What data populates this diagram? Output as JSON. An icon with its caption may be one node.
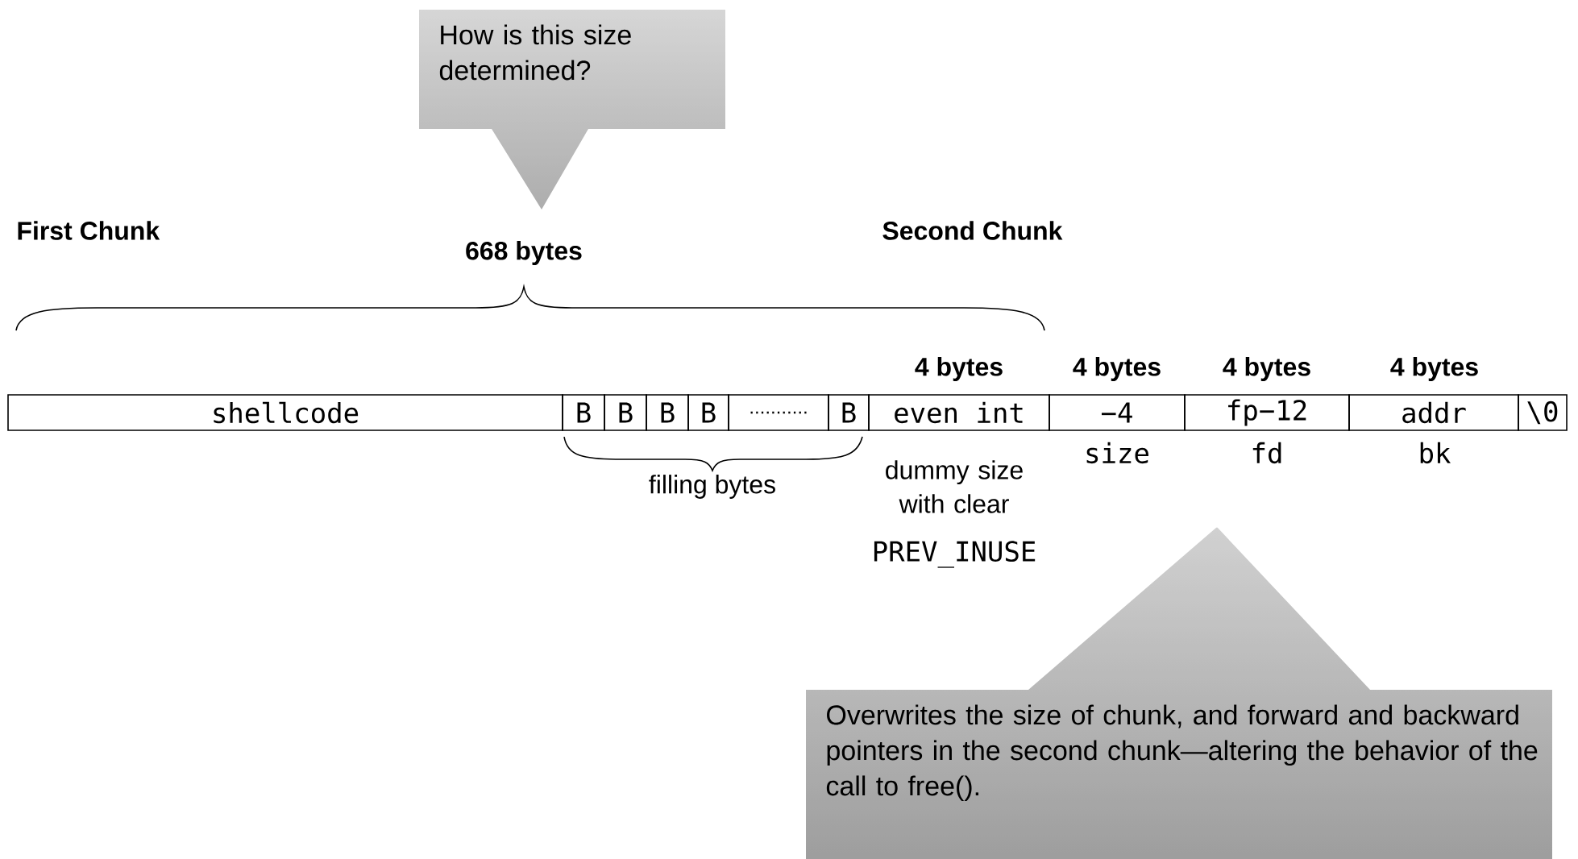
{
  "diagram": {
    "nodes": [
      {
        "text": [
          "How is this size determined?"
        ]
      },
      {
        "text": [
          "shellcode"
        ]
      },
      {
        "text": [
          "B"
        ]
      },
      {
        "text": [
          "B"
        ]
      },
      {
        "text": [
          "B"
        ]
      },
      {
        "text": [
          "B"
        ]
      },
      {
        "text": [
          "..........."
        ]
      },
      {
        "text": [
          "B"
        ]
      },
      {
        "text": [
          "even int"
        ]
      },
      {
        "text": [
          "−4"
        ]
      },
      {
        "text": [
          "fp−12"
        ]
      },
      {
        "text": [
          "addr"
        ]
      },
      {
        "text": [
          "\\0"
        ]
      },
      {
        "text": [
          "Overwrites the size of chunk, and forward and backward pointers in the second chunk—altering the behavior of the call to free()."
        ]
      }
    ],
    "labels": [
      "First Chunk",
      "668 bytes",
      "Second Chunk",
      "4 bytes",
      "4 bytes",
      "4 bytes",
      "4 bytes",
      "size",
      "fd",
      "bk",
      "filling bytes",
      "dummy size with clear",
      "PREV_INUSE"
    ]
  }
}
